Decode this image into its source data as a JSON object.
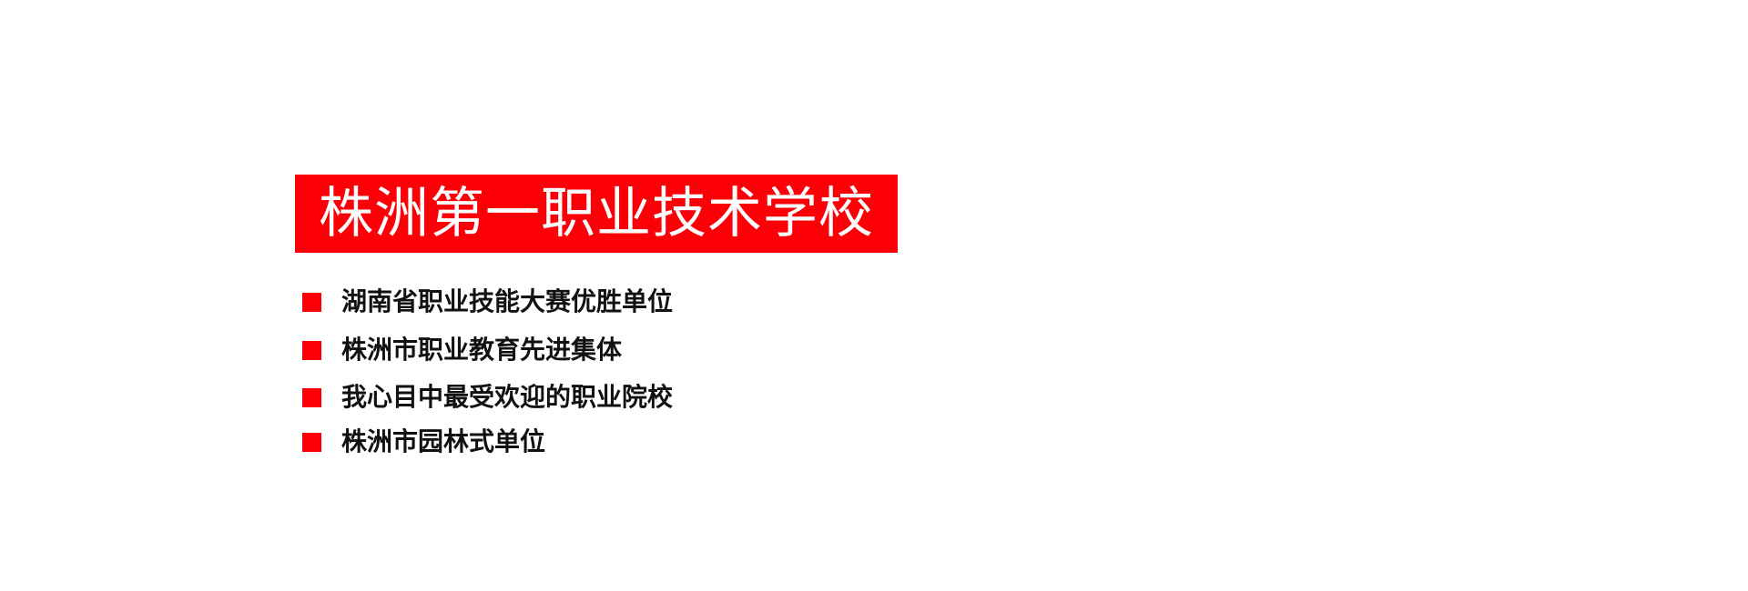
{
  "title": "株洲第一职业技术学校",
  "honors": [
    "湖南省职业技能大赛优胜单位",
    "株洲市职业教育先进集体",
    "我心目中最受欢迎的职业院校",
    "株洲市园林式单位"
  ],
  "colors": {
    "accent": "#fb0006",
    "title_text": "#ffffff",
    "body_text": "#111111",
    "background": "#ffffff"
  },
  "icons": {
    "bullet": "red-square-bullet-icon"
  }
}
